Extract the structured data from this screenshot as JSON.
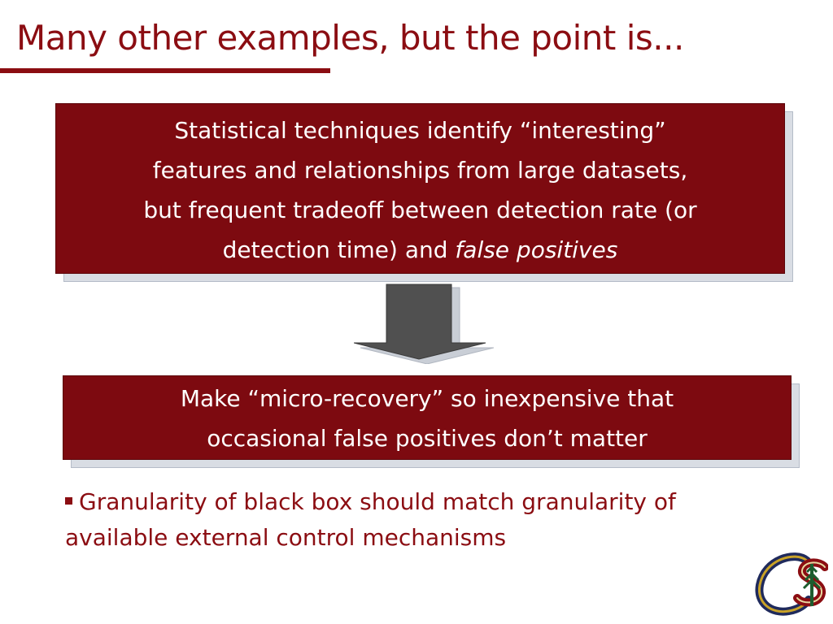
{
  "slide": {
    "title": "Many other examples, but the point is..."
  },
  "box1": {
    "line1": "Statistical techniques identify “interesting”",
    "line2": "features and relationships from large datasets,",
    "line3": "but frequent tradeoff between detection rate (or",
    "line4_prefix": "detection time) and ",
    "line4_emphasis": "false positives"
  },
  "box2": {
    "line1": "Make “micro-recovery” so inexpensive that",
    "line2": "occasional false positives don’t matter"
  },
  "bullet": {
    "text": "Granularity of black box should match granularity of available external control mechanisms"
  },
  "colors": {
    "accent": "#8b0d12",
    "box_fill": "#7d0a10"
  },
  "icons": {
    "arrow": "down-arrow-icon",
    "logo": "stanford-cs-logo-icon"
  }
}
